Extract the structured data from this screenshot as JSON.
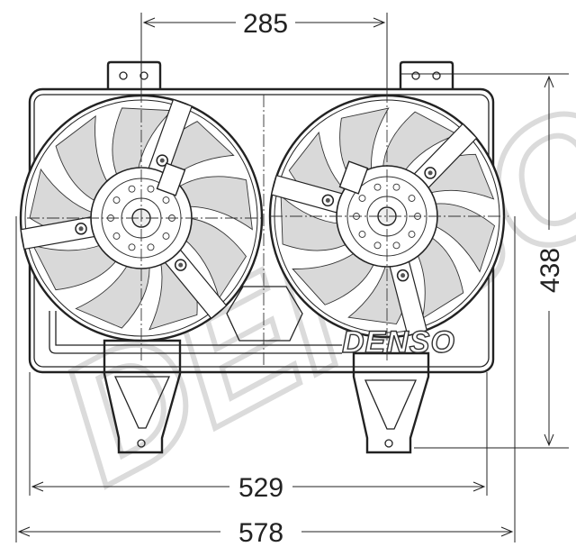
{
  "drawing": {
    "brand_logo": "DENSO",
    "watermark": "DENSO",
    "dimensions": {
      "fan_center_distance": "285",
      "height": "438",
      "shroud_width": "529",
      "overall_width": "578"
    },
    "colors": {
      "line": "#222222",
      "blade_fill": "#d9d9d9",
      "watermark": "#cfcfcf"
    }
  }
}
